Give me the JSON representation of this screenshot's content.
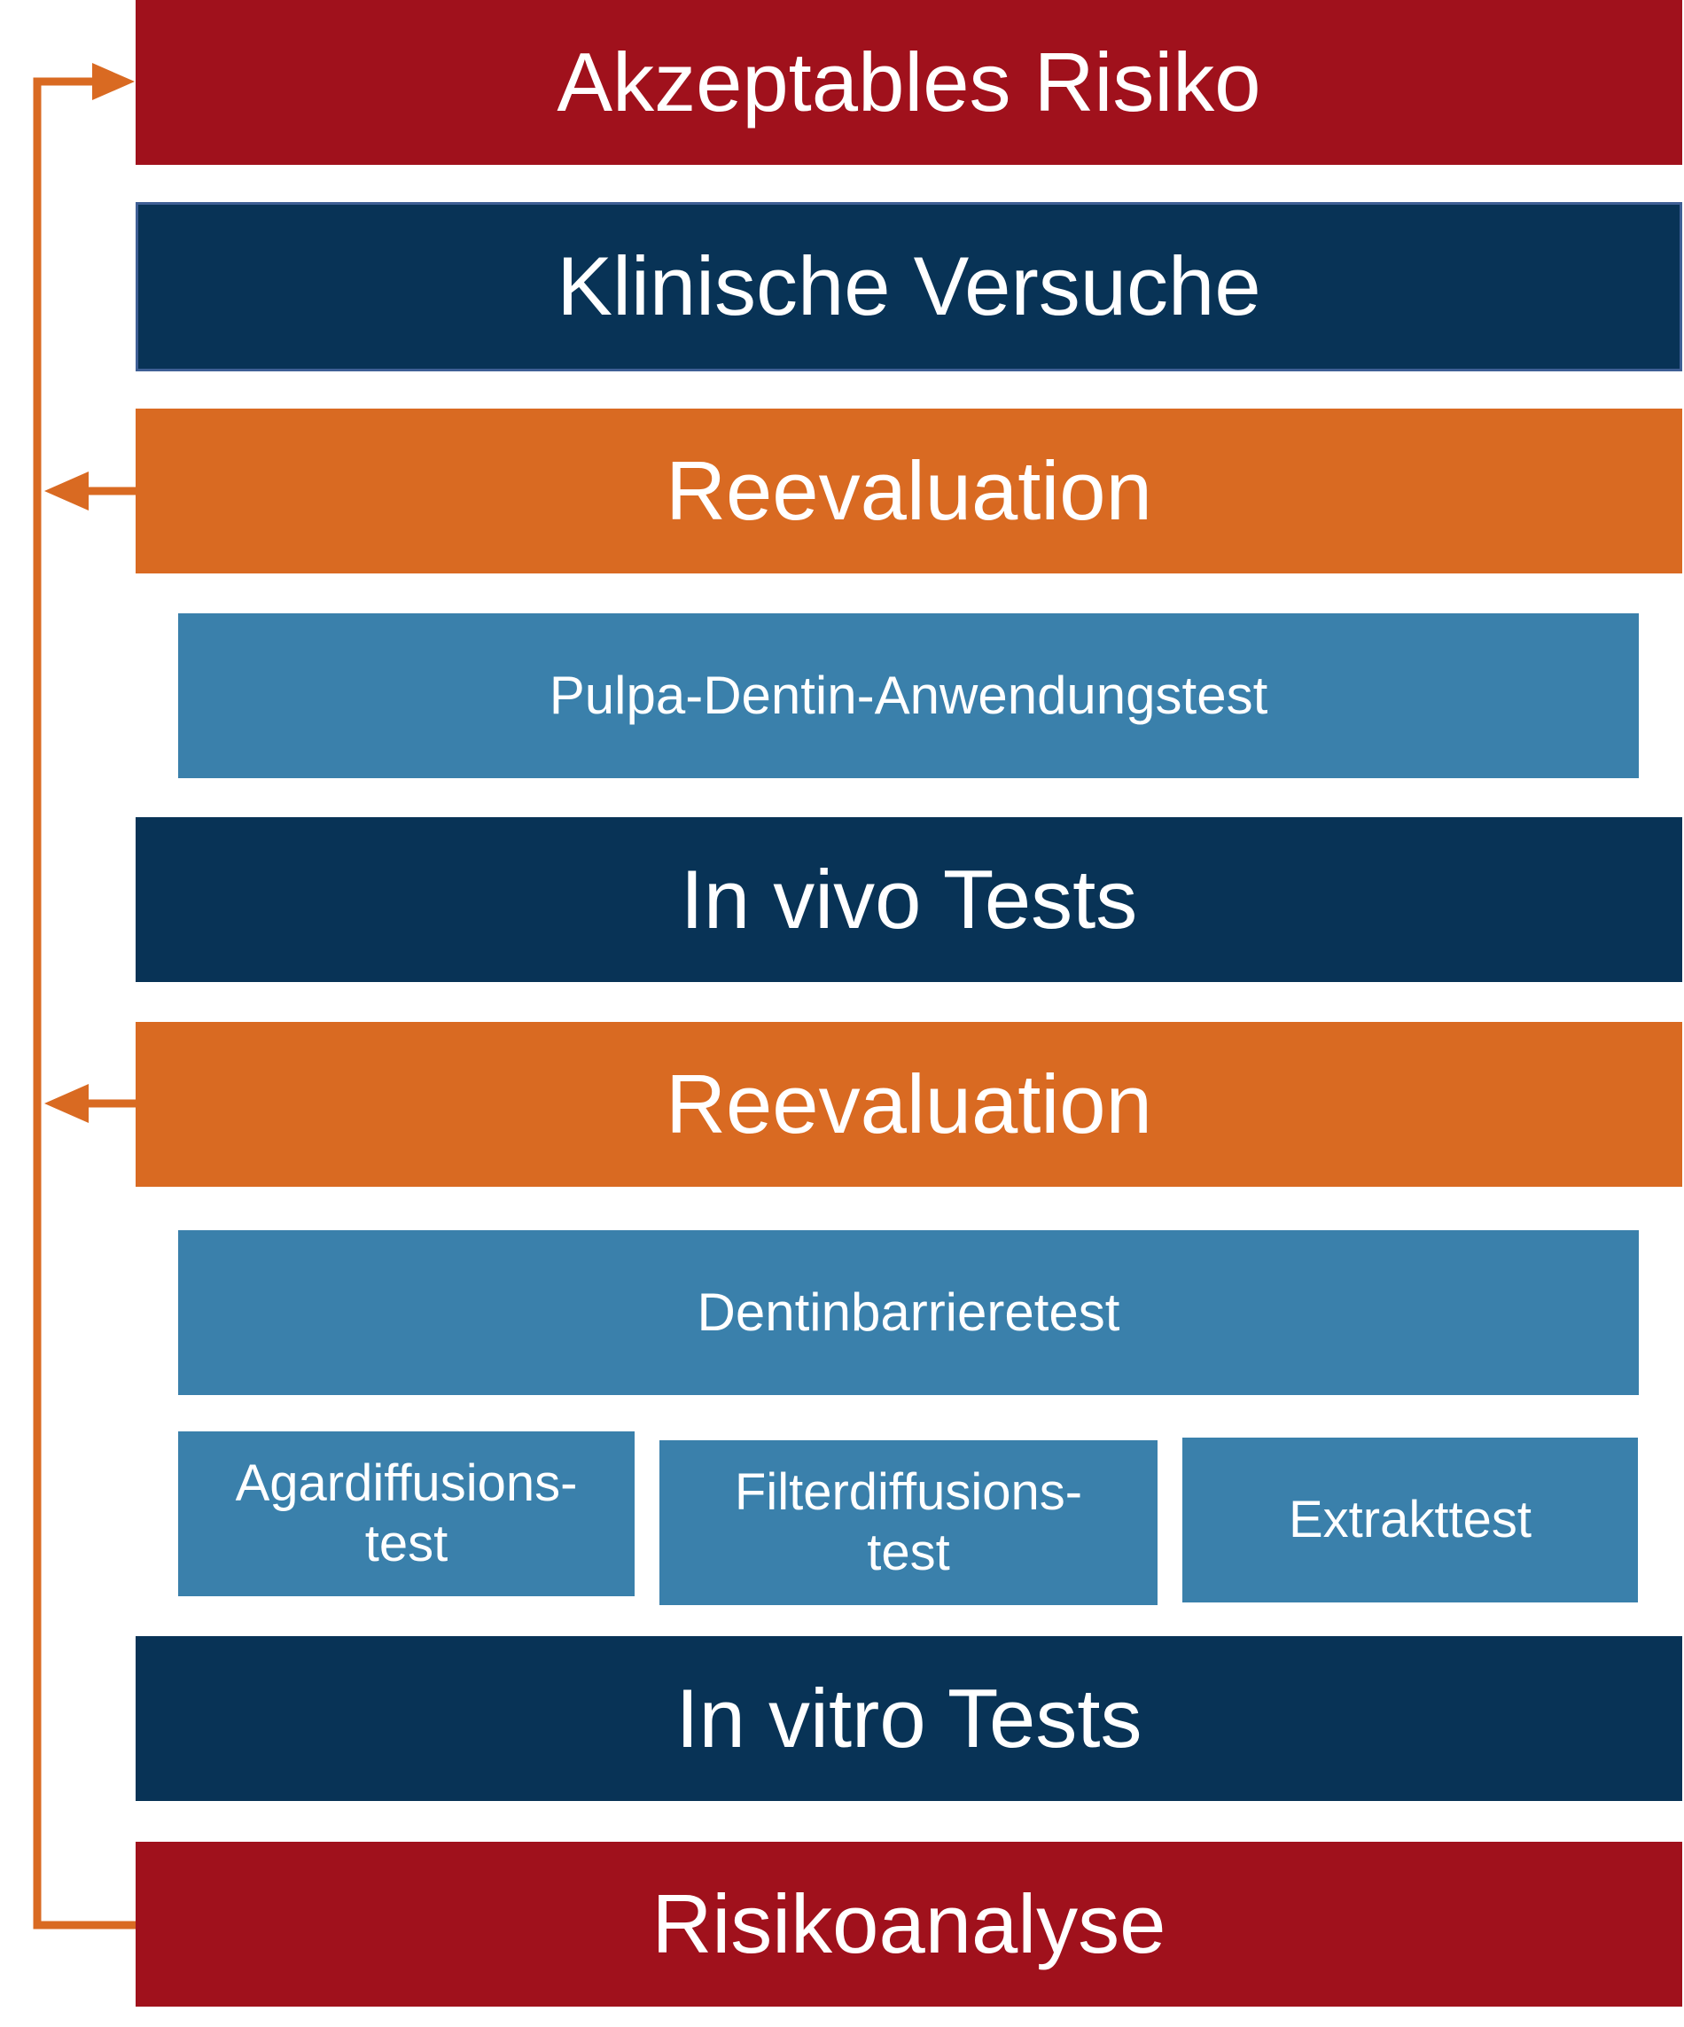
{
  "colors": {
    "risk_red": "#a0111c",
    "navy": "#083356",
    "orange": "#d96a22",
    "test_blue": "#3a80ab",
    "arrow": "#d96a22"
  },
  "boxes": {
    "akzeptables_risiko": "Akzeptables Risiko",
    "klinische_versuche": "Klinische Versuche",
    "reevaluation_upper": "Reevaluation",
    "pulpa_dentin_test": "Pulpa-Dentin-Anwendungstest",
    "in_vivo_tests": "In vivo Tests",
    "reevaluation_lower": "Reevaluation",
    "dentinbarrieretest": "Dentinbarrieretest",
    "agardiffusionstest": "Agardiffusions-\ntest",
    "filterdiffusionstest": "Filterdiffusions-\ntest",
    "extrakttest": "Extrakttest",
    "in_vitro_tests": "In vitro Tests",
    "risikoanalyse": "Risikoanalyse"
  }
}
